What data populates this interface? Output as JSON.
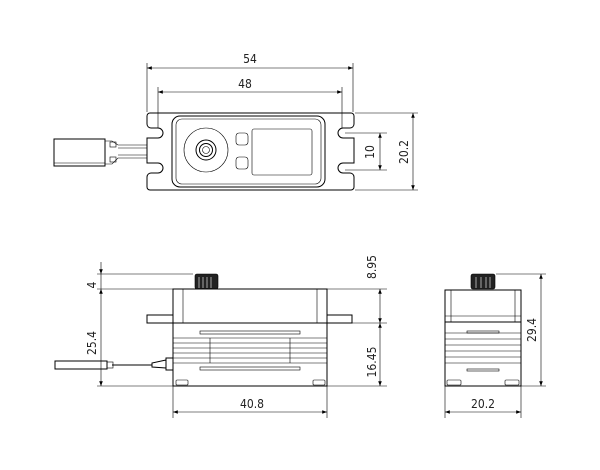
{
  "drawing": {
    "top_view": {
      "dim_length_overall": "54",
      "dim_mount_spacing": "48",
      "dim_slot_spacing": "10",
      "dim_width": "20.2"
    },
    "side_view": {
      "dim_horn_height": "4",
      "dim_body_height": "25.4",
      "dim_top_to_ear": "8.95",
      "dim_ear_to_bottom": "16.45",
      "dim_body_length": "40.8"
    },
    "front_view": {
      "dim_total_height": "29.4",
      "dim_width": "20.2"
    },
    "colors": {
      "line": "#000000",
      "text": "#222222",
      "background": "#ffffff"
    }
  }
}
